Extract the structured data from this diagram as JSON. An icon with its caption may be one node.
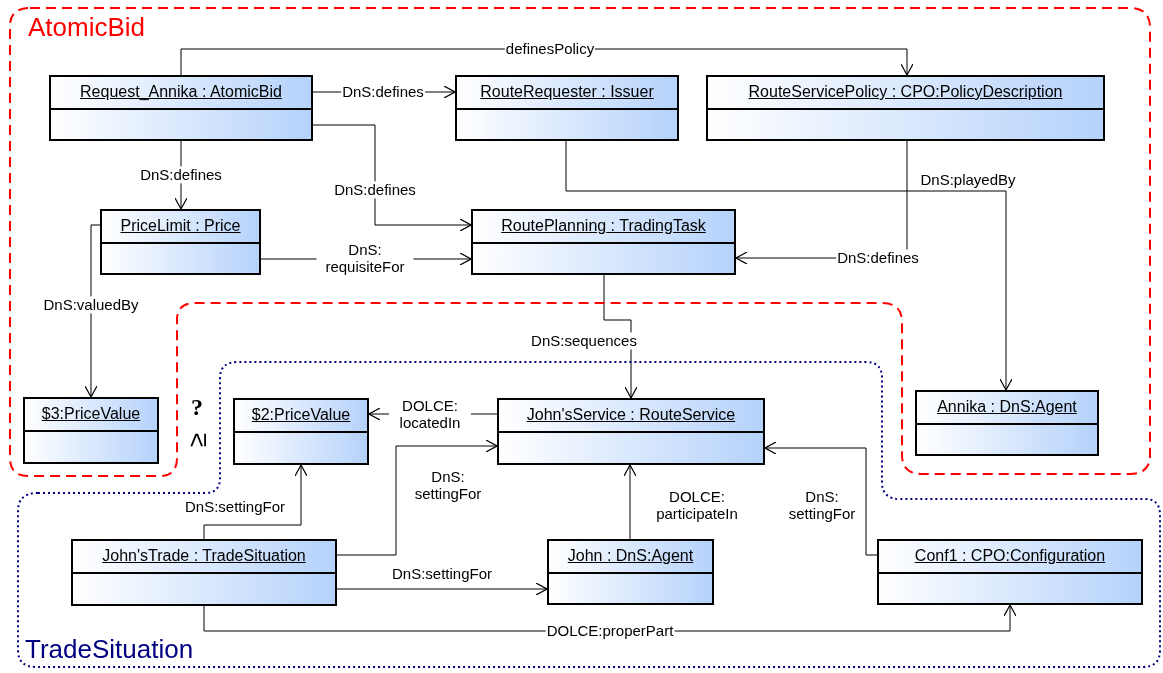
{
  "diagram": {
    "nodes": [
      {
        "text": [
          "AtomicBid"
        ]
      },
      {
        "text": [
          "Request_Annika : AtomicBid"
        ],
        "in": 0
      },
      {
        "text": [
          "RouteRequester : Issuer"
        ],
        "in": 0
      },
      {
        "text": [
          "RouteServicePolicy : CPO:PolicyDescription"
        ],
        "in": 0
      },
      {
        "text": [
          "PriceLimit : Price"
        ],
        "in": 0
      },
      {
        "text": [
          "RoutePlanning : TradingTask"
        ],
        "in": 0
      },
      {
        "text": [
          "$3:PriceValue"
        ],
        "in": 0
      },
      {
        "text": [
          "Annika : DnS:Agent"
        ],
        "in": 0
      },
      {
        "text": [
          "TradeSituation"
        ]
      },
      {
        "text": [
          "$2:PriceValue"
        ],
        "in": 8
      },
      {
        "text": [
          "John'sService : RouteService"
        ],
        "in": 8
      },
      {
        "text": [
          "John'sTrade : TradeSituation"
        ],
        "in": 8
      },
      {
        "text": [
          "John : DnS:Agent"
        ],
        "in": 8
      },
      {
        "text": [
          "Conf1 : CPO:Configuration"
        ],
        "in": 8
      }
    ],
    "edges": [
      {
        "from": 1,
        "to": 3,
        "arrow": "to",
        "label": "definesPolicy"
      },
      {
        "from": 1,
        "to": 2,
        "arrow": "to",
        "label": "DnS:defines"
      },
      {
        "from": 1,
        "to": 4,
        "arrow": "to",
        "label": "DnS:defines"
      },
      {
        "from": 1,
        "to": 5,
        "arrow": "to",
        "label": "DnS:defines"
      },
      {
        "from": 4,
        "to": 5,
        "arrow": "to",
        "label": "DnS: requisiteFor"
      },
      {
        "from": 4,
        "to": 6,
        "arrow": "to",
        "label": "DnS:valuedBy"
      },
      {
        "from": 2,
        "to": 7,
        "arrow": "to",
        "label": "DnS:playedBy"
      },
      {
        "from": 3,
        "to": 5,
        "arrow": "to",
        "label": "DnS:defines"
      },
      {
        "from": 5,
        "to": 10,
        "arrow": "to",
        "label": "DnS:sequences"
      },
      {
        "from": 10,
        "to": 9,
        "arrow": "to",
        "label": "DOLCE: locatedIn"
      },
      {
        "from": 11,
        "to": 9,
        "arrow": "to",
        "label": "DnS:settingFor"
      },
      {
        "from": 11,
        "to": 10,
        "arrow": "to",
        "label": "DnS: settingFor"
      },
      {
        "from": 11,
        "to": 12,
        "arrow": "to",
        "label": "DnS:settingFor"
      },
      {
        "from": 12,
        "to": 10,
        "arrow": "to",
        "label": "DOLCE: participateIn"
      },
      {
        "from": 13,
        "to": 10,
        "arrow": "to",
        "label": "DnS: settingFor"
      },
      {
        "from": 11,
        "to": 13,
        "arrow": "to",
        "label": "DOLCE:properPart"
      }
    ],
    "labels": [
      "?",
      "≥"
    ]
  }
}
